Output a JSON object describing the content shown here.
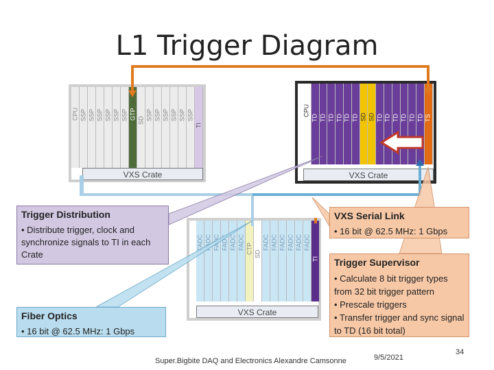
{
  "title": "L1 Trigger Diagram",
  "crates": {
    "left": {
      "slots": [
        "CPU",
        "SSP",
        "SSP",
        "SSP",
        "SSP",
        "SSP",
        "SSP",
        "GTP",
        "SD",
        "SSP",
        "SSP",
        "SSP",
        "SSP",
        "SSP",
        "SSP",
        "TI"
      ],
      "label": "VXS Crate"
    },
    "right": {
      "slots": [
        "CPU",
        "TD",
        "TD",
        "TD",
        "TD",
        "TD",
        "TD",
        "SD",
        "SD",
        "TD",
        "TD",
        "TD",
        "TD",
        "TD",
        "TD",
        "TS"
      ],
      "label": "VXS Crate"
    },
    "center": {
      "slots": [
        "FADC",
        "FADC",
        "FADC",
        "FADC",
        "FADC",
        "FADC",
        "CTP",
        "SD",
        "FADC",
        "FADC",
        "FADC",
        "FADC",
        "FADC",
        "FADC",
        "TI"
      ],
      "label": "VXS Crate"
    }
  },
  "trigger_distribution": {
    "title": "Trigger Distribution",
    "bullet": "• Distribute trigger, clock and synchronize signals to TI in each Crate"
  },
  "fiber_optics": {
    "title": "Fiber Optics",
    "bullet": "• 16 bit @ 62.5 MHz: 1 Gbps"
  },
  "serial_link": {
    "title": "VXS Serial Link",
    "bullet": "• 16 bit @ 62.5 MHz: 1 Gbps"
  },
  "trigger_supervisor": {
    "title": "Trigger Supervisor",
    "bullets": [
      "• Calculate 8 bit trigger types from 32 bit trigger pattern",
      "• Prescale triggers",
      "• Transfer trigger and sync signal to TD (16 bit total)"
    ]
  },
  "footer": {
    "text": "Super.Bigbite DAQ and Electronics Alexandre Camsonne",
    "date": "9/5/2021",
    "page": "34"
  },
  "colors": {
    "ssp": "#ececec",
    "gtp": "#4e6b3a",
    "ti_left": "#d8c8e8",
    "td": "#6a3d9a",
    "sd": "#f2c300",
    "ts": "#e26b16",
    "fadc": "#c9e6f5",
    "ctp": "#f2f2c0",
    "ti_center": "#5a2d8a",
    "orange_link": "#e07a1f",
    "blue_link": "#6aaed6"
  }
}
